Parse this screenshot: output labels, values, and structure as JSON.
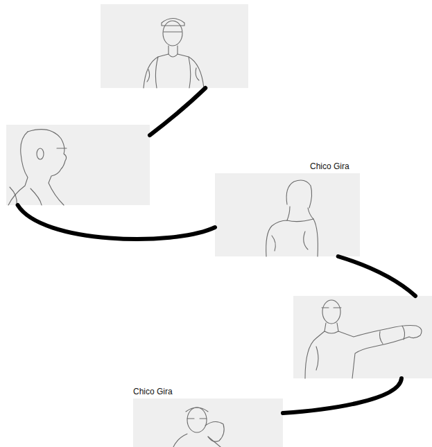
{
  "diagram": {
    "nodes": [
      {
        "text": []
      },
      {
        "text": []
      },
      {
        "text": [
          "Chico Gira"
        ]
      },
      {
        "text": []
      },
      {
        "text": [
          "Chico Gira"
        ]
      }
    ],
    "edges": [
      {
        "from": 0,
        "to": 1,
        "arrow": "none"
      },
      {
        "from": 1,
        "to": 2,
        "arrow": "none"
      },
      {
        "from": 2,
        "to": 3,
        "arrow": "none"
      },
      {
        "from": 3,
        "to": 4,
        "arrow": "none"
      }
    ]
  }
}
